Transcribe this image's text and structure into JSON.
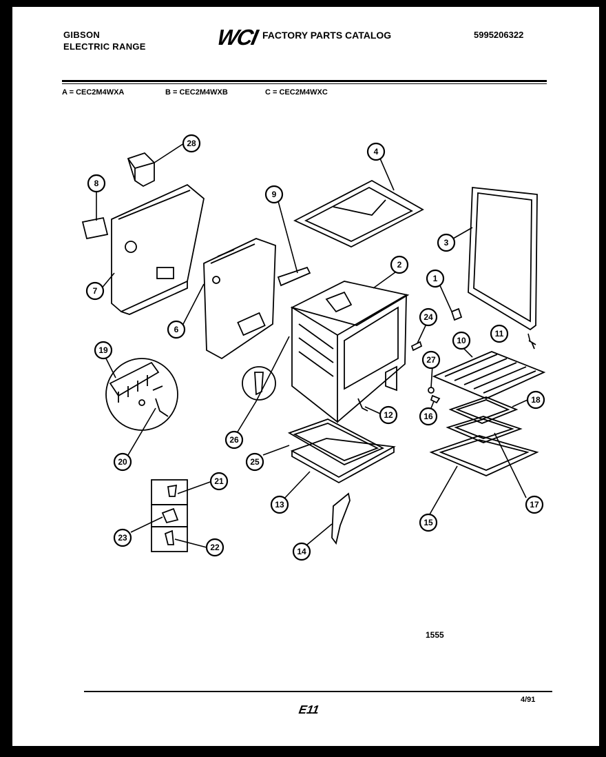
{
  "header": {
    "brand_line1": "GIBSON",
    "brand_line2": "ELECTRIC RANGE",
    "logo": "WCI",
    "catalog_title": "FACTORY PARTS CATALOG",
    "catalog_number": "5995206322"
  },
  "models": [
    "A = CEC2M4WXA",
    "B = CEC2M4WXB",
    "C = CEC2M4WXC"
  ],
  "callouts": [
    "1",
    "2",
    "3",
    "4",
    "6",
    "7",
    "8",
    "9",
    "10",
    "11",
    "12",
    "13",
    "14",
    "15",
    "16",
    "17",
    "18",
    "19",
    "20",
    "21",
    "22",
    "23",
    "24",
    "25",
    "26",
    "27",
    "28"
  ],
  "footer": {
    "drawing_code": "1555",
    "page_code": "E11",
    "date": "4/91"
  }
}
